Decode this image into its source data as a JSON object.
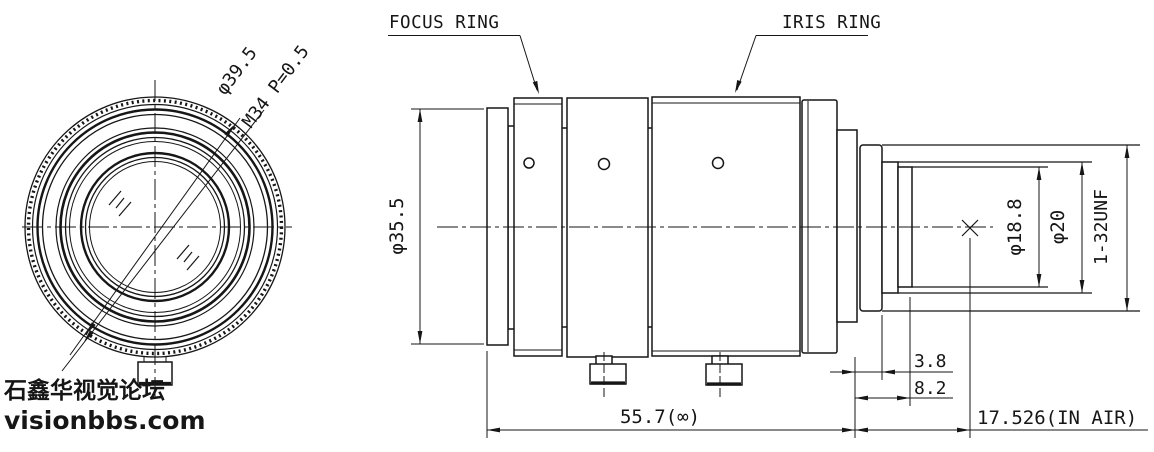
{
  "labels": {
    "focus_ring": "FOCUS RING",
    "iris_ring": "IRIS RING"
  },
  "front_view": {
    "outer_diameter": "φ39.5",
    "filter_thread_spec": "M34 P=0.5"
  },
  "side_view": {
    "front_diameter": "φ35.5",
    "rear_tube_inner_diameter": "φ18.8",
    "rear_tube_outer_diameter": "φ20",
    "mount_thread": "1-32UNF",
    "step_length": "3.8",
    "mount_length": "8.2",
    "body_length": "55.7(∞)",
    "flange_distance": "17.526(IN AIR)"
  },
  "watermark": {
    "line1": "石鑫华视觉论坛",
    "line2": "visionbbs.com",
    "color": "#0b0bed"
  },
  "colors": {
    "line": "#161616",
    "background": "#ffffff"
  }
}
